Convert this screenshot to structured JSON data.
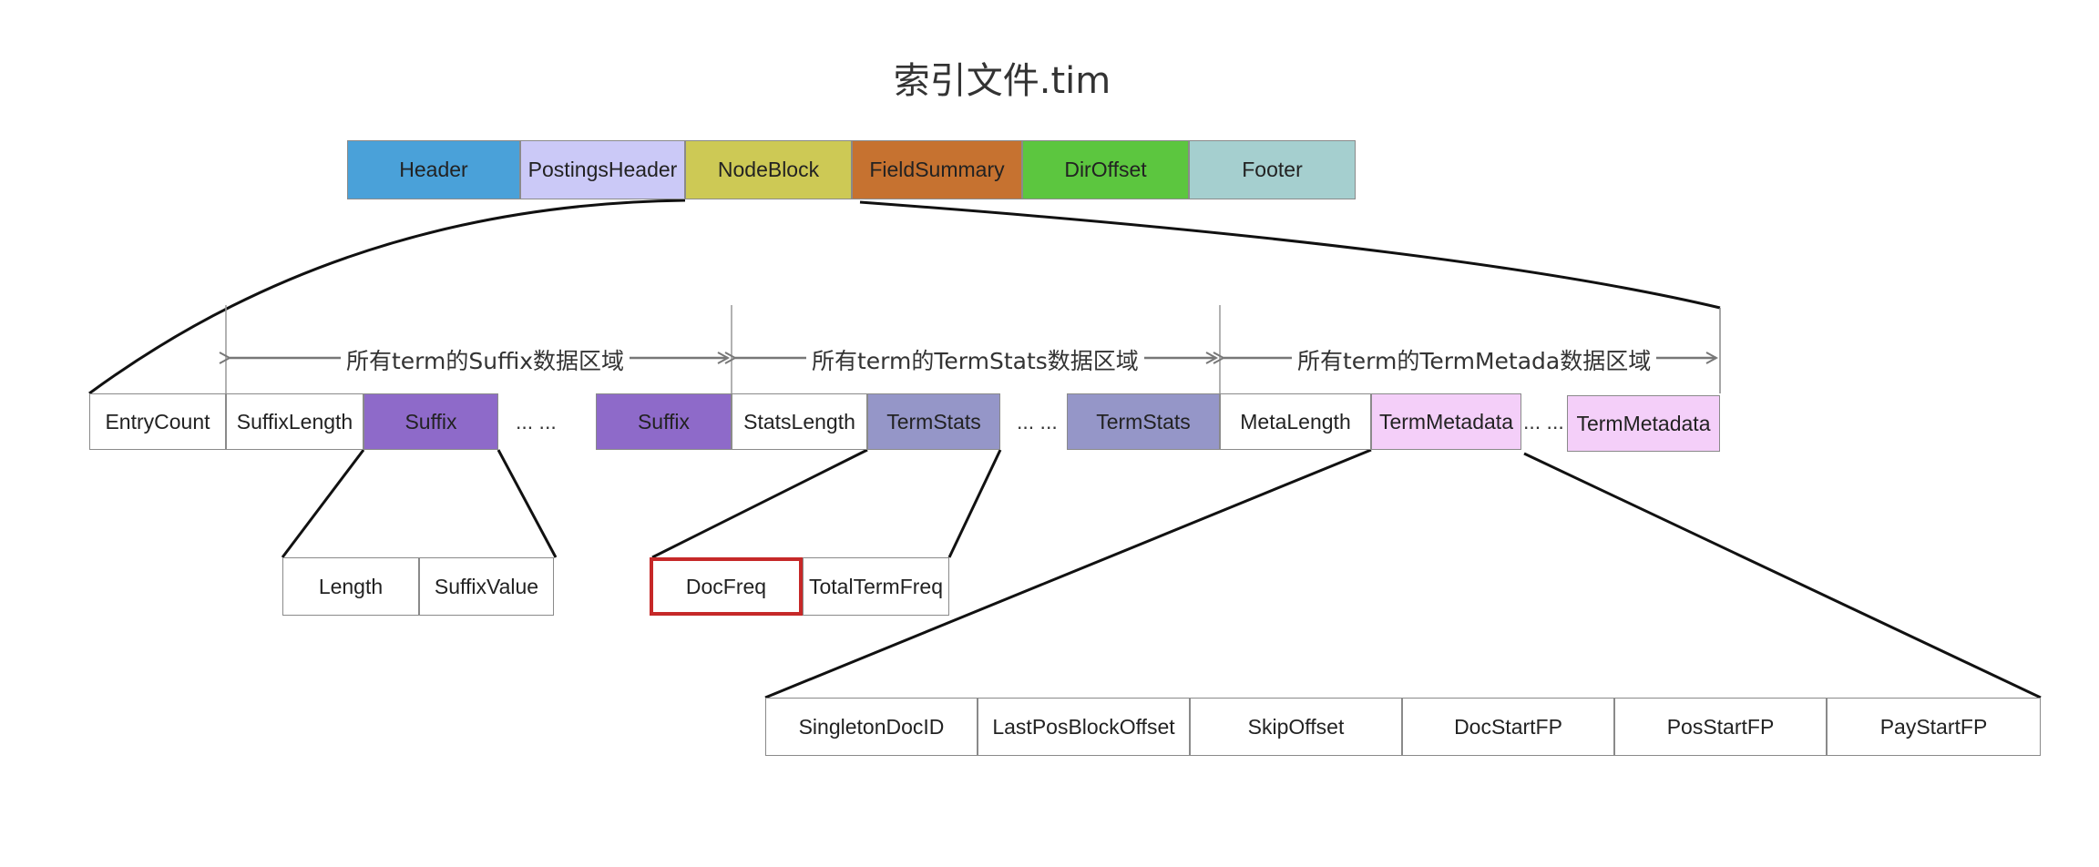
{
  "title": "索引文件.tim",
  "colors": {
    "header": "#4aa1d9",
    "postings_header": "#cbc9f7",
    "node_block": "#cdc955",
    "field_summary": "#c67230",
    "dir_offset": "#5cc63f",
    "footer": "#a5cfcf",
    "suffix": "#8e6ac9",
    "term_stats": "#9596c8",
    "term_metadata": "#f4cff9",
    "highlight": "#c62828"
  },
  "top_row": [
    {
      "label": "Header",
      "color": "#4aa1d9"
    },
    {
      "label": "PostingsHeader",
      "color": "#cbc9f7"
    },
    {
      "label": "NodeBlock",
      "color": "#cdc955"
    },
    {
      "label": "FieldSummary",
      "color": "#c67230"
    },
    {
      "label": "DirOffset",
      "color": "#5cc63f"
    },
    {
      "label": "Footer",
      "color": "#a5cfcf"
    }
  ],
  "regions": {
    "suffix": "所有term的Suffix数据区域",
    "term_stats": "所有term的TermStats数据区域",
    "term_metadata": "所有term的TermMetada数据区域"
  },
  "node_block_row": {
    "entry_count": "EntryCount",
    "suffix_length": "SuffixLength",
    "suffix_1": "Suffix",
    "ellipsis_1": "... ...",
    "suffix_2": "Suffix",
    "stats_length": "StatsLength",
    "term_stats_1": "TermStats",
    "ellipsis_2": "... ...",
    "term_stats_2": "TermStats",
    "meta_length": "MetaLength",
    "term_metadata_1": "TermMetadata",
    "ellipsis_3": "... ...",
    "term_metadata_2": "TermMetadata"
  },
  "suffix_detail": [
    "Length",
    "SuffixValue"
  ],
  "term_stats_detail": [
    "DocFreq",
    "TotalTermFreq"
  ],
  "term_metadata_detail": [
    "SingletonDocID",
    "LastPosBlockOffset",
    "SkipOffset",
    "DocStartFP",
    "PosStartFP",
    "PayStartFP"
  ]
}
